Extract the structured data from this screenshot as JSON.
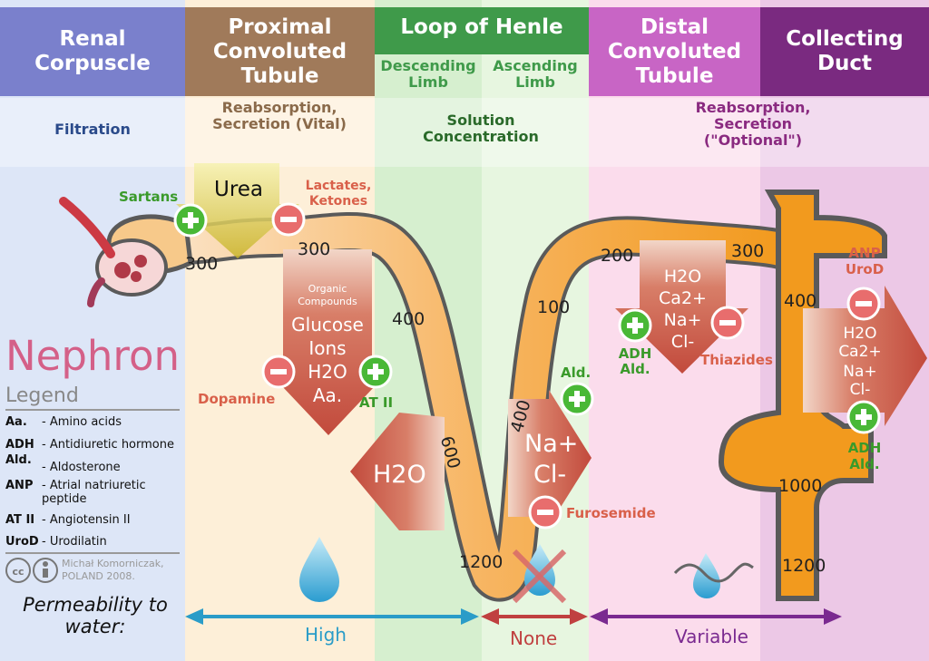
{
  "segments": [
    {
      "name": "Renal Corpuscle",
      "color": "#7a80cc"
    },
    {
      "name": "Proximal Convoluted Tubule",
      "color": "#a07a5a"
    },
    {
      "name": "Loop of Henle",
      "color": "#3f9a4a"
    },
    {
      "name": "Distal Convoluted Tubule",
      "color": "#c865c5"
    },
    {
      "name": "Collecting Duct",
      "color": "#7a2a80"
    }
  ],
  "headers": {
    "corpuscle": "Renal Corpuscle",
    "proximal": "Proximal Convoluted Tubule",
    "loop": "Loop of Henle",
    "descending": "Descending Limb",
    "ascending": "Ascending Limb",
    "distal": "Distal Convoluted Tubule",
    "collecting": "Collecting Duct"
  },
  "functions": {
    "filtration": "Filtration",
    "proximal": "Reabsorption, Secretion (Vital)",
    "loop": "Solution Concentration",
    "distal": "Reabsorption, Secretion (\"Optional\")"
  },
  "osmolarity_labels": [
    "300",
    "300",
    "400",
    "600",
    "1200",
    "400",
    "100",
    "200",
    "300",
    "400",
    "1000",
    "1200"
  ],
  "substances": {
    "urea": "Urea",
    "lactates": "Lactates, Ketones",
    "organic": "Organic Compounds",
    "glucose": "Glucose",
    "ions": "Ions",
    "h2o": "H2O",
    "aa": "Aa.",
    "h2o_loop": "H2O",
    "na": "Na+",
    "cl": "Cl-",
    "distal_list": [
      "H2O",
      "Ca2+",
      "Na+",
      "Cl-"
    ],
    "collecting_list": [
      "H2O",
      "Ca2+",
      "Na+",
      "Cl-"
    ]
  },
  "modulators": {
    "sartans": "Sartans",
    "dopamine": "Dopamine",
    "at2": "AT II",
    "ald_loop": "Ald.",
    "furosemide": "Furosemide",
    "adh_ald_distal": "ADH Ald.",
    "thiazides": "Thiazides",
    "anp_urod": "ANP UroD",
    "adh_ald_collect": "ADH Ald."
  },
  "title": "Nephron",
  "legend": {
    "heading": "Legend",
    "items": [
      {
        "abbr": "Aa.",
        "text": "- Amino acids"
      },
      {
        "abbr": "ADH",
        "text": "- Antidiuretic hormone"
      },
      {
        "abbr": "Ald.",
        "text": "- Aldosterone"
      },
      {
        "abbr": "ANP",
        "text": "- Atrial natriuretic peptide"
      },
      {
        "abbr": "AT II",
        "text": "- Angiotensin II"
      },
      {
        "abbr": "UroD",
        "text": "- Urodilatin"
      }
    ],
    "credit": "Michał Komorniczak, POLAND 2008."
  },
  "permeability": {
    "label": "Permeability to water:",
    "high": "High",
    "none": "None",
    "variable": "Variable"
  }
}
